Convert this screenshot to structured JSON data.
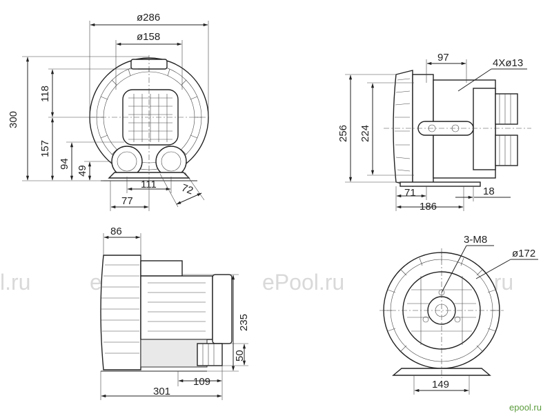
{
  "watermark": {
    "text": "ePool.ru",
    "partial_left": "l.ru"
  },
  "logo": {
    "text": "epool.ru",
    "color": "#5a9b3b"
  },
  "dimensions": {
    "front_view": {
      "outer_diameter": "ø286",
      "inlet_diameter": "ø158",
      "total_height": "300",
      "upper_height": "118",
      "lower_height": "157",
      "port_height": "94",
      "base_height": "49",
      "port_spacing": "111",
      "port_offset": "77",
      "port_angle_width": "72"
    },
    "side_view": {
      "bolt_spacing": "97",
      "mount_holes": "4Xø13",
      "overall_height": "256",
      "mount_height": "224",
      "base_offset": "71",
      "depth": "186",
      "motor_offset": "18"
    },
    "bottom_left_view": {
      "casing_depth": "86",
      "height": "235",
      "outlet_size": "50",
      "outlet_offset": "109",
      "overall_length": "301"
    },
    "bottom_right_view": {
      "thread_holes": "3-M8",
      "diameter": "ø172",
      "base_width": "149"
    }
  }
}
